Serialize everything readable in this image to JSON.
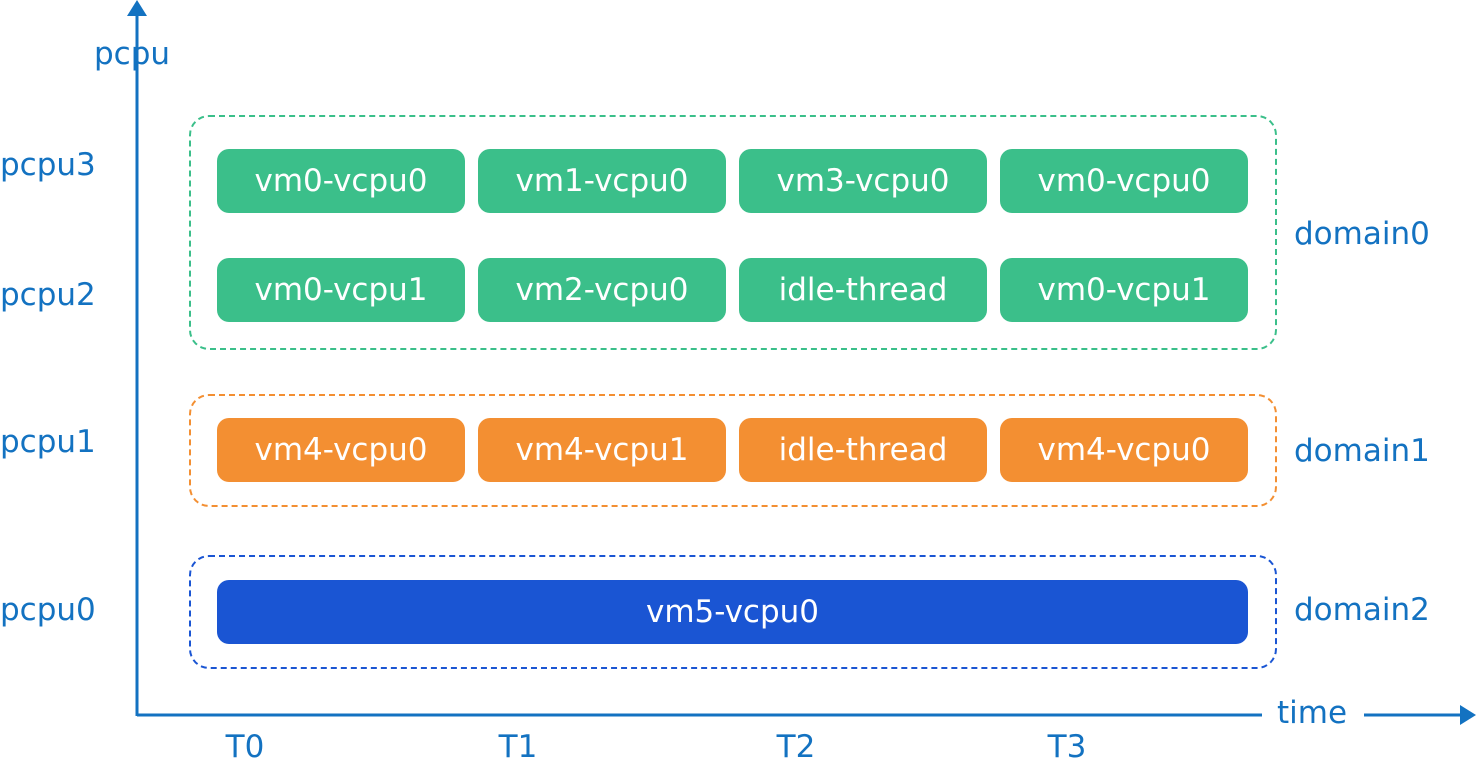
{
  "axes": {
    "y_label": "pcpu",
    "x_label": "time",
    "color": "#1372c1"
  },
  "pcpus": [
    "pcpu3",
    "pcpu2",
    "pcpu1",
    "pcpu0"
  ],
  "time_ticks": [
    "T0",
    "T1",
    "T2",
    "T3"
  ],
  "domains": [
    {
      "name": "domain0",
      "color": "#3bbf8a",
      "rows": [
        {
          "pcpu": "pcpu3",
          "slots": [
            "vm0-vcpu0",
            "vm1-vcpu0",
            "vm3-vcpu0",
            "vm0-vcpu0"
          ]
        },
        {
          "pcpu": "pcpu2",
          "slots": [
            "vm0-vcpu1",
            "vm2-vcpu0",
            "idle-thread",
            "vm0-vcpu1"
          ]
        }
      ]
    },
    {
      "name": "domain1",
      "color": "#f38f32",
      "rows": [
        {
          "pcpu": "pcpu1",
          "slots": [
            "vm4-vcpu0",
            "vm4-vcpu1",
            "idle-thread",
            "vm4-vcpu0"
          ]
        }
      ]
    },
    {
      "name": "domain2",
      "color": "#1a55d3",
      "rows": [
        {
          "pcpu": "pcpu0",
          "slots": [
            "vm5-vcpu0"
          ]
        }
      ]
    }
  ]
}
